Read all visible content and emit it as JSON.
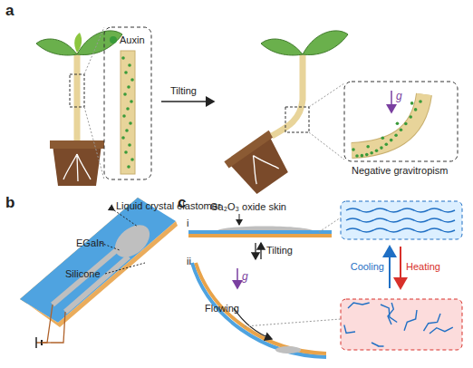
{
  "diagram": {
    "labels": [
      "a",
      "Tilting",
      "Negative gravitropism",
      "g",
      "b",
      "Liquid crystal elastomer",
      "EGaIn",
      "Silicone",
      "c",
      "i",
      "Ga₂O₃ oxide skin",
      "ii",
      "Tilting",
      "g",
      "Flowing",
      "Cooling",
      "Heating"
    ],
    "legend": [
      {
        "text": "Auxin",
        "color": "#3a9b3a"
      }
    ]
  }
}
